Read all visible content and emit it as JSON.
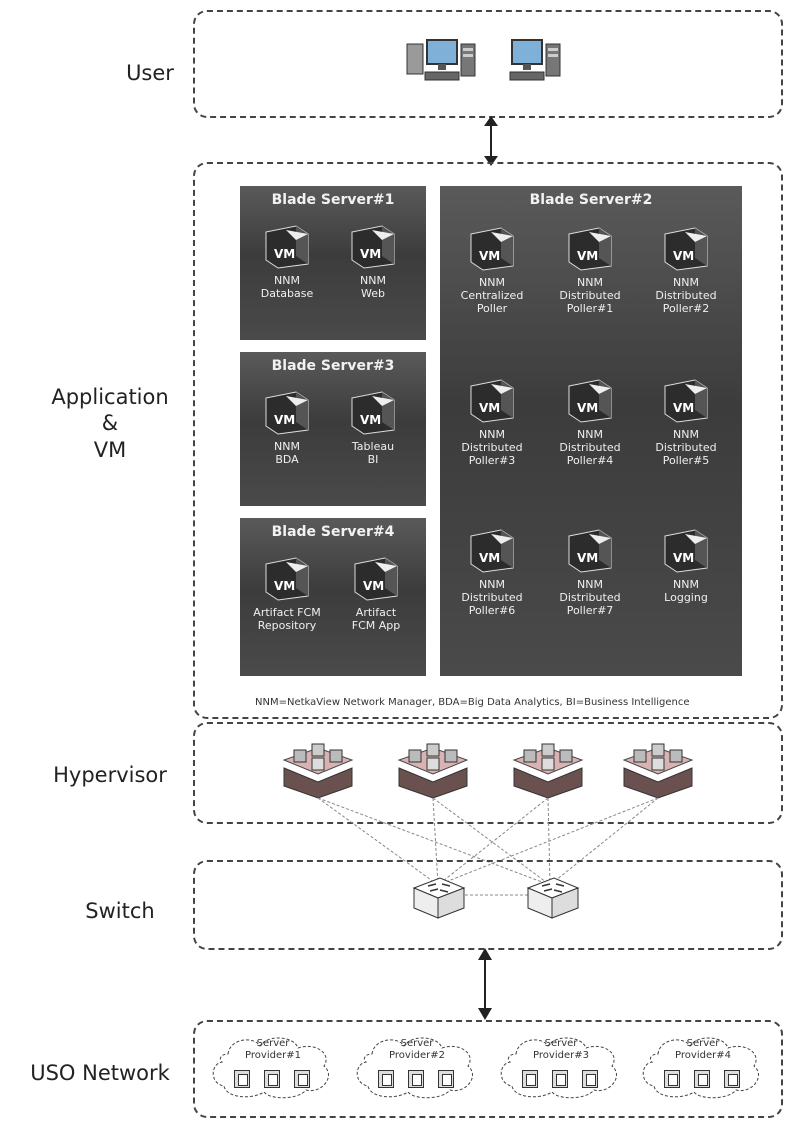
{
  "layers": {
    "user": "User",
    "application_line1": "Application",
    "application_line2": "&",
    "application_line3": "VM",
    "hypervisor": "Hypervisor",
    "switch": "Switch",
    "uso": "USO Network"
  },
  "blades": {
    "b1": {
      "title": "Blade Server#1",
      "vms": [
        {
          "l1": "NNM",
          "l2": "Database"
        },
        {
          "l1": "NNM",
          "l2": "Web"
        }
      ]
    },
    "b3": {
      "title": "Blade Server#3",
      "vms": [
        {
          "l1": "NNM",
          "l2": "BDA"
        },
        {
          "l1": "Tableau",
          "l2": "BI"
        }
      ]
    },
    "b4": {
      "title": "Blade Server#4",
      "vms": [
        {
          "l1": "Artifact FCM",
          "l2": "Repository"
        },
        {
          "l1": "Artifact",
          "l2": "FCM App"
        }
      ]
    },
    "b2": {
      "title": "Blade Server#2",
      "vms": [
        {
          "l1": "NNM",
          "l2": "Centralized",
          "l3": "Poller"
        },
        {
          "l1": "NNM",
          "l2": "Distributed",
          "l3": "Poller#1"
        },
        {
          "l1": "NNM",
          "l2": "Distributed",
          "l3": "Poller#2"
        },
        {
          "l1": "NNM",
          "l2": "Distributed",
          "l3": "Poller#3"
        },
        {
          "l1": "NNM",
          "l2": "Distributed",
          "l3": "Poller#4"
        },
        {
          "l1": "NNM",
          "l2": "Distributed",
          "l3": "Poller#5"
        },
        {
          "l1": "NNM",
          "l2": "Distributed",
          "l3": "Poller#6"
        },
        {
          "l1": "NNM",
          "l2": "Distributed",
          "l3": "Poller#7"
        },
        {
          "l1": "NNM",
          "l2": "Logging",
          "l3": ""
        }
      ]
    }
  },
  "vm_badge": "VM",
  "footnote": "NNM=NetkaView Network Manager, BDA=Big Data Analytics, BI=Business Intelligence",
  "providers": [
    {
      "l1": "Server",
      "l2": "Provider#1"
    },
    {
      "l1": "Server",
      "l2": "Provider#2"
    },
    {
      "l1": "Server",
      "l2": "Provider#3"
    },
    {
      "l1": "Server",
      "l2": "Provider#4"
    }
  ],
  "icons": [
    "desktop-computer-icon",
    "vm-box-icon",
    "hypervisor-stack-icon",
    "network-switch-icon",
    "cloud-icon",
    "server-icon",
    "double-arrow-icon"
  ]
}
